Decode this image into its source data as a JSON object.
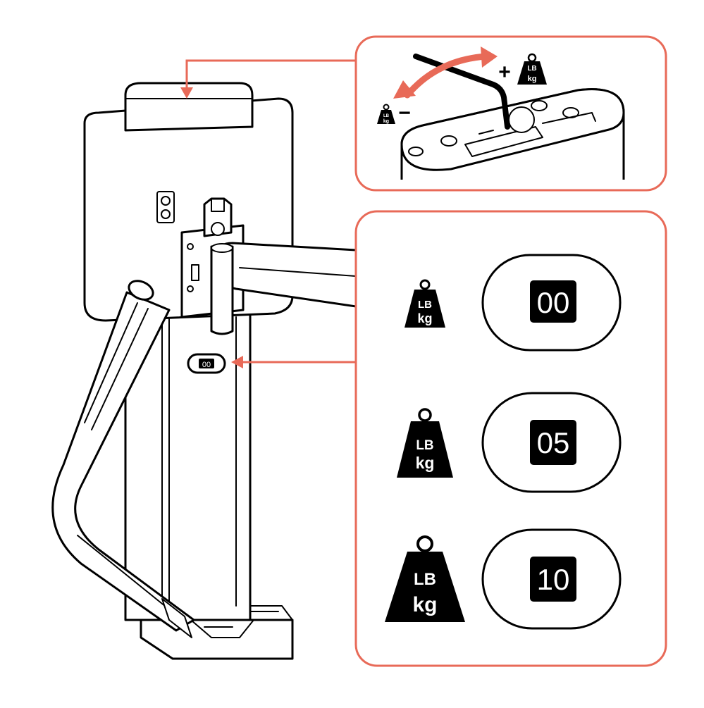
{
  "colors": {
    "accent": "#E86A58",
    "line": "#000000",
    "background": "#FFFFFF"
  },
  "callout_top": {
    "plus_sign": "+",
    "minus_sign": "−",
    "weight_icon_label_top": "LB",
    "weight_icon_label_bottom": "kg",
    "icon_names": [
      "hex-key-icon",
      "rotate-arrow-icon",
      "weight-icon"
    ]
  },
  "callout_settings": {
    "rows": [
      {
        "weight_top": "LB",
        "weight_bottom": "kg",
        "display_value": "00",
        "icon": "weight-small-icon"
      },
      {
        "weight_top": "LB",
        "weight_bottom": "kg",
        "display_value": "05",
        "icon": "weight-medium-icon"
      },
      {
        "weight_top": "LB",
        "weight_bottom": "kg",
        "display_value": "10",
        "icon": "weight-large-icon"
      }
    ]
  },
  "device": {
    "indicator_value": "00"
  }
}
